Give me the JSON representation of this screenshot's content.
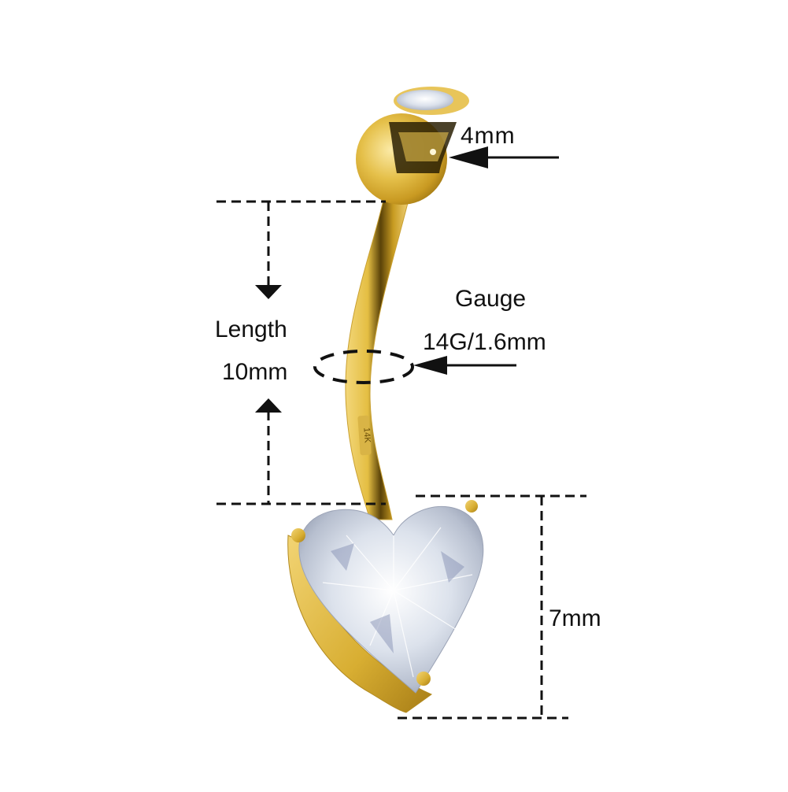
{
  "product": {
    "type": "belly button ring",
    "material_stamp": "14K",
    "colors": {
      "gold": "#E2BC3C",
      "gold_dark": "#8A6A10",
      "gold_light": "#F6E08A",
      "gem": "#E8EEF6",
      "annotation": "#111111",
      "background": "#FFFFFF"
    }
  },
  "annotations": {
    "ball_size": "4mm",
    "length_title": "Length",
    "length_value": "10mm",
    "gauge_title": "Gauge",
    "gauge_value": "14G/1.6mm",
    "gem_height": "7mm"
  }
}
